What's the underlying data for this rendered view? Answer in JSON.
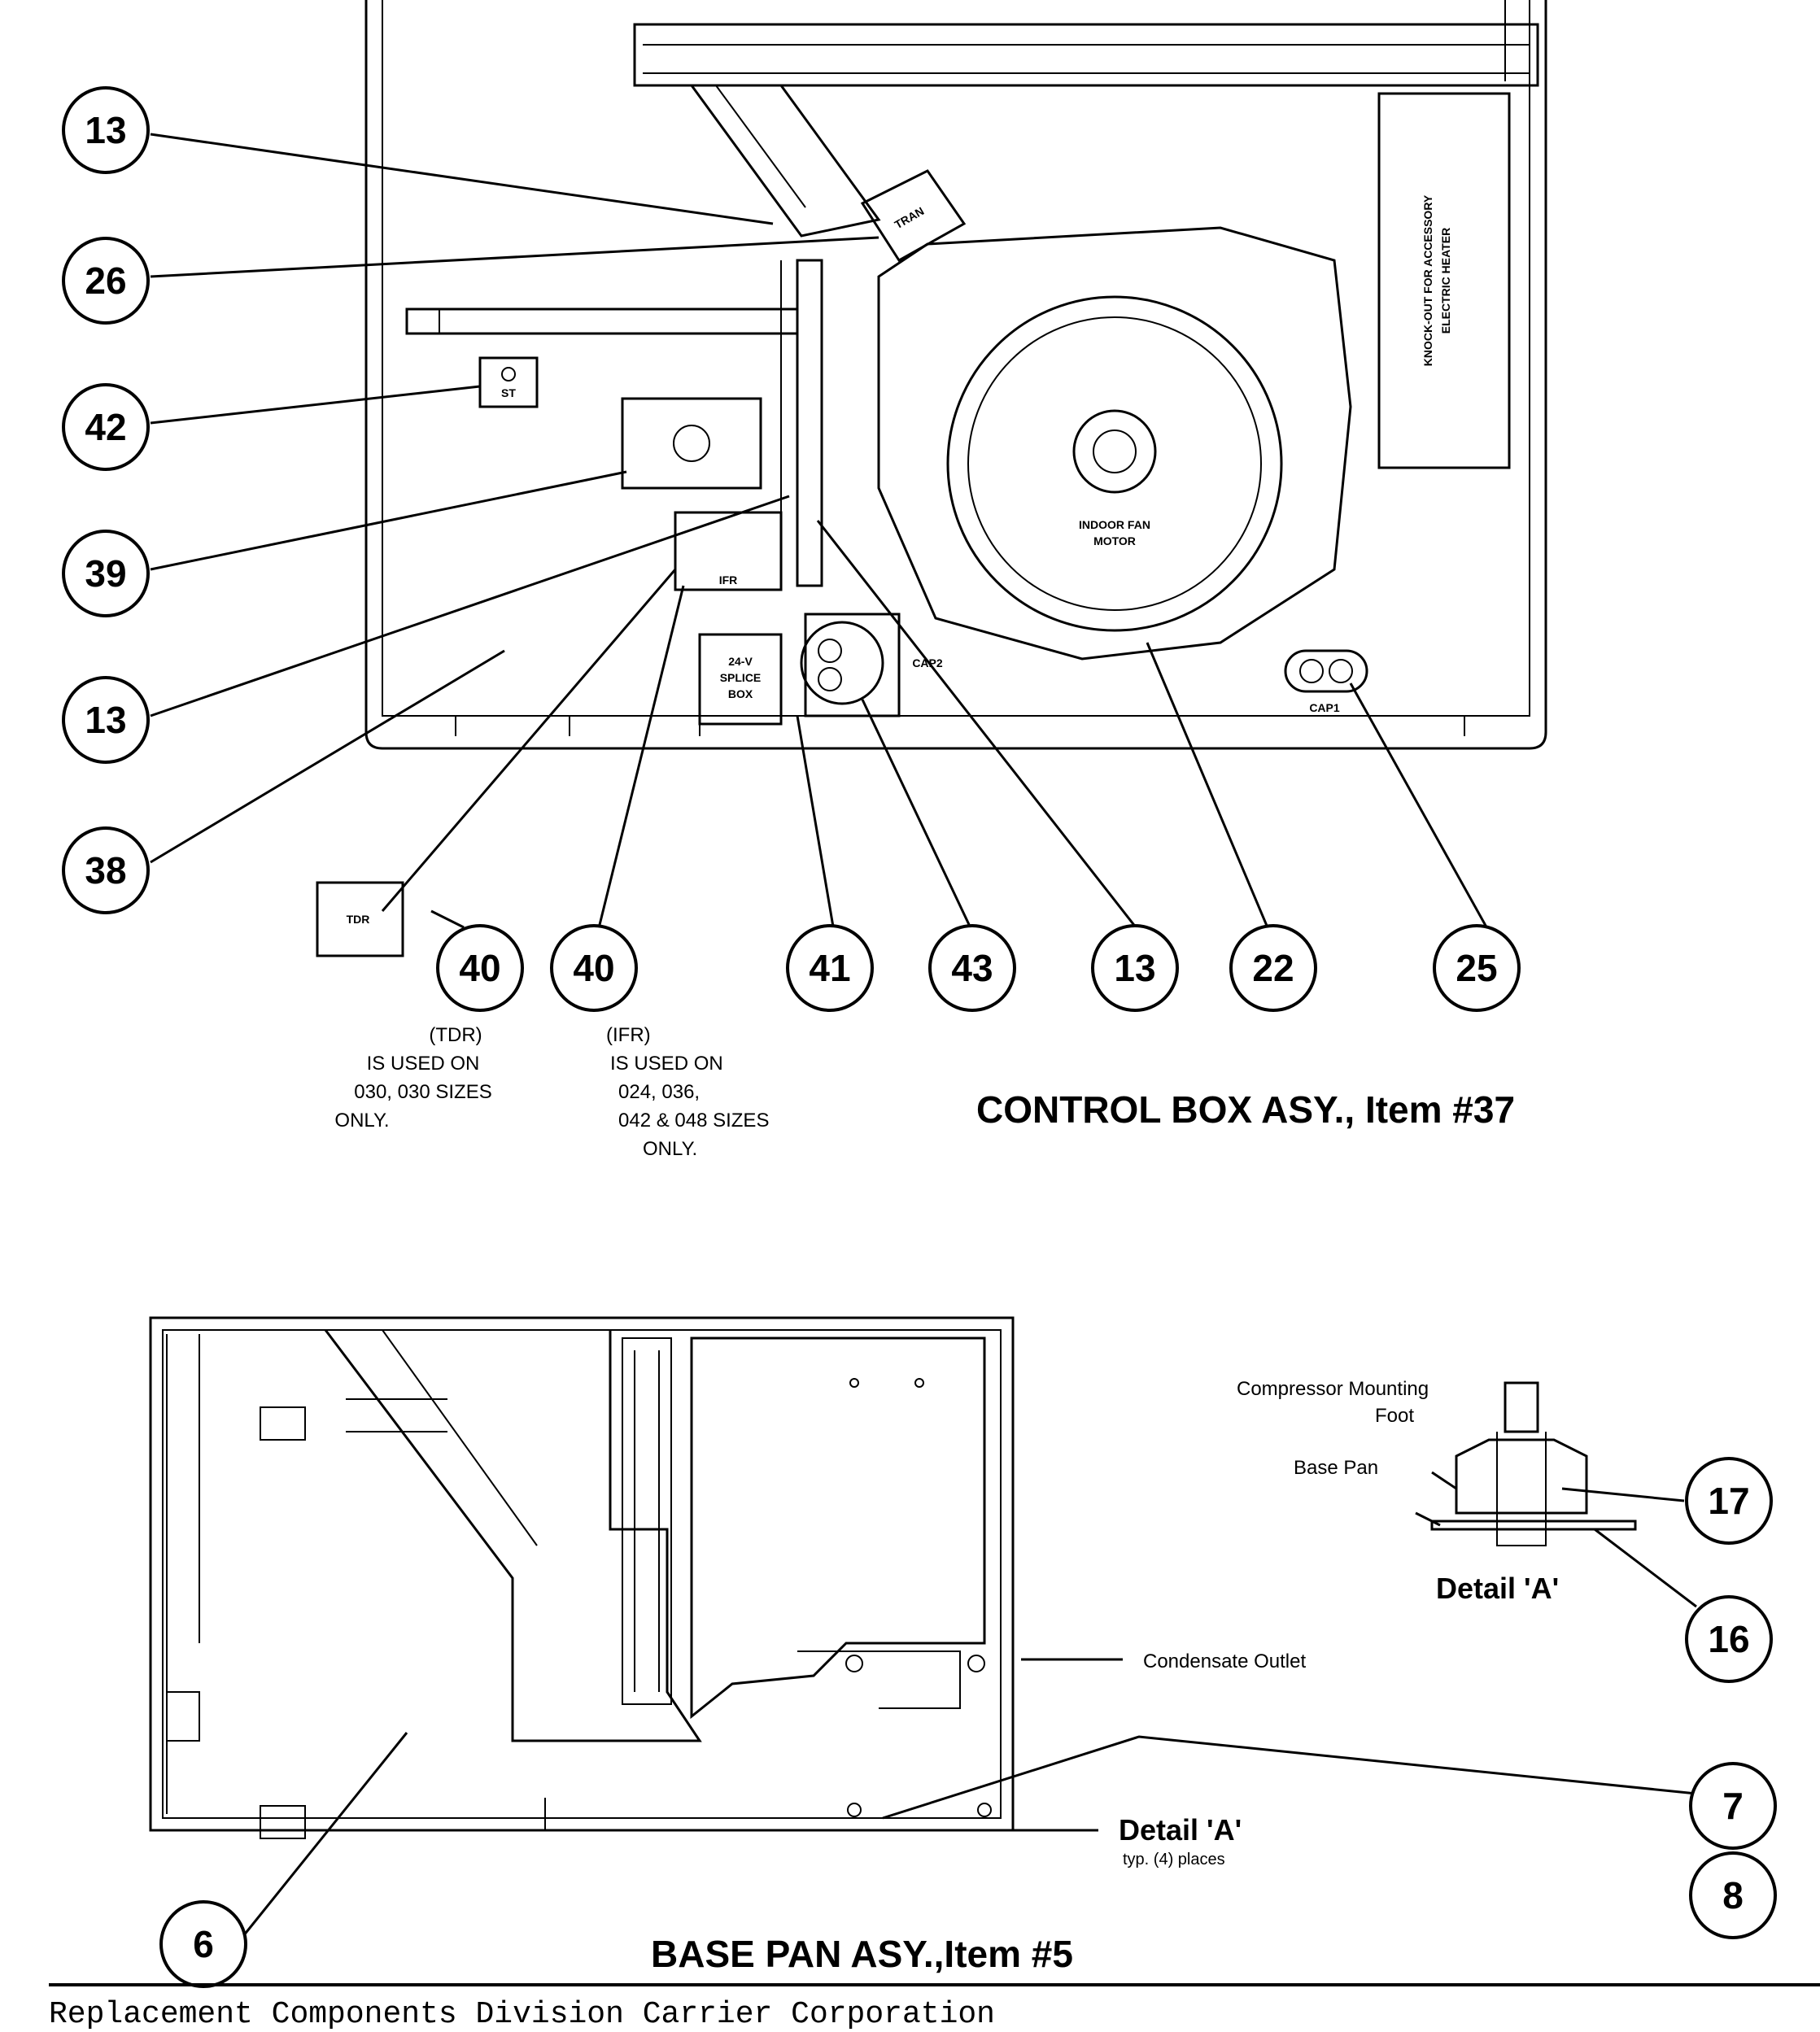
{
  "control_box": {
    "title": "CONTROL BOX ASY., Item #37",
    "internal_labels": {
      "indoor_fan_motor_line1": "INDOOR FAN",
      "indoor_fan_motor_line2": "MOTOR",
      "knockout_line1": "KNOCK-OUT FOR ACCESSORY",
      "knockout_line2": "ELECTRIC HEATER",
      "splice_box_line1": "24-V",
      "splice_box_line2": "SPLICE",
      "splice_box_line3": "BOX",
      "cap2": "CAP2",
      "cap1": "CAP1",
      "ifr": "IFR",
      "tdr": "TDR",
      "st": "ST",
      "tran": "TRAN"
    },
    "callouts": [
      "13",
      "26",
      "42",
      "39",
      "13",
      "38",
      "40",
      "40",
      "41",
      "43",
      "13",
      "22",
      "25"
    ],
    "notes": {
      "tdr_line1": "(TDR)",
      "tdr_line2": "IS USED ON",
      "tdr_line3": "030, 030 SIZES",
      "tdr_line4": "ONLY.",
      "ifr_line1": "(IFR)",
      "ifr_line2": "IS USED ON",
      "ifr_line3": "024, 036,",
      "ifr_line4": "042 & 048 SIZES",
      "ifr_line5": "ONLY."
    }
  },
  "base_pan": {
    "title": "BASE PAN ASY.,Item #5",
    "callouts": [
      "6",
      "7",
      "8",
      "17",
      "16"
    ],
    "labels": {
      "compressor_mounting_foot_line1": "Compressor Mounting",
      "compressor_mounting_foot_line2": "Foot",
      "base_pan": "Base Pan",
      "detail_a": "Detail 'A'",
      "condensate_outlet": "Condensate Outlet",
      "detail_a_ref": "Detail 'A'",
      "typ_places": "typ. (4) places"
    }
  },
  "footer": "Replacement Components Division    Carrier Corporation"
}
